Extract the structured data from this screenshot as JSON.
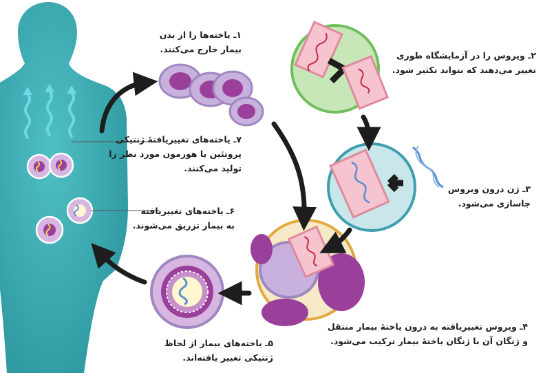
{
  "steps": [
    {
      "n": "۱",
      "text": "۱ـ یاخته‌ها را از بدن\nبیمار خارج می‌کنند."
    },
    {
      "n": "۲",
      "text": "۲ـ ویروس را در آزمایشگاه طوری\nتغییر می‌دهند که نتواند تکثیر شود."
    },
    {
      "n": "۳",
      "text": "۳ـ ژن درون ویروس\nجاسازی می‌شود."
    },
    {
      "n": "۴",
      "text": "۴ـ ویروس تغییریافته به درون یاختهٔ بیمار منتقل\nو ژنگان آن با ژنگان یاختهٔ بیمار ترکیب می‌شود."
    },
    {
      "n": "۵",
      "text": "۵ـ یاخته‌های بیمار از لحاظ\nژنتیکی تغییر یافته‌اند."
    },
    {
      "n": "۶",
      "text": "۶ـ یاخته‌های تغییریافته\nبه بیمار تزریق می‌شوند."
    },
    {
      "n": "۷",
      "text": "۷ـ یاخته‌های تغییریافتهٔ ژنتیکی\nپروتئین یا هورمون مورد نظر را\nتولید می‌کنند."
    }
  ],
  "colors": {
    "body": "#3aaab0",
    "cell_fill": "#d7b6e2",
    "cell_border": "#a884c0",
    "nucleus": "#9a3f9a",
    "lab_circle_fill": "#c8e7b8",
    "lab_circle_border": "#6fbf5d",
    "gene_circle_fill": "#c9e6ea",
    "gene_circle_border": "#3f9eae",
    "transfer_circle_fill": "#f6e9c8",
    "transfer_circle_border": "#e2a93f",
    "virus_fill": "#f6c4cf",
    "virus_border": "#df8b9d",
    "dna_red": "#c6284a",
    "dna_blue": "#5a8fd6",
    "secretion": "#6fd8e6",
    "arrow": "#1d1d1d"
  }
}
